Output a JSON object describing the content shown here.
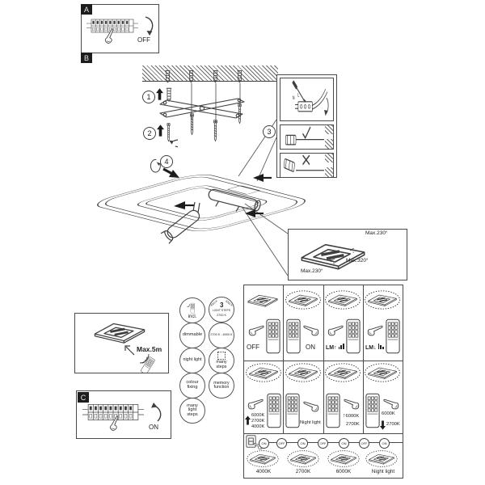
{
  "tags": {
    "a": "A",
    "b": "B",
    "c": "C"
  },
  "panel_a": {
    "state": "OFF"
  },
  "panel_c": {
    "state": "ON"
  },
  "steps": {
    "s1": "1",
    "s2": "2",
    "s3": "3",
    "s4": "4"
  },
  "wiring": {
    "neutral": "N",
    "live": "L"
  },
  "rotation_panel": {
    "max_top": "Max.230°",
    "max_mid": "Max.320°",
    "max_bottom": "Max.230°"
  },
  "range_panel": {
    "distance": "Max.5m"
  },
  "features": {
    "incl": "incl.",
    "three_steps": {
      "top_left": "4000 K",
      "top_right": "6000 K",
      "number": "3",
      "label": "LIGHT STEPS",
      "bottom": "2700 K"
    },
    "dimmable": "dimmable",
    "kelvin_range": "2700 K - 6000 K",
    "night_light": "night light",
    "many_steps": "many steps",
    "colour_fixing": "colour fixing",
    "memory_function": "memory function",
    "many_light_steps": "many light steps"
  },
  "icons": {
    "up": "↑",
    "down": "↓"
  },
  "grid": {
    "row1": [
      {
        "label": "OFF"
      },
      {
        "label": "ON"
      },
      {
        "label": "LM↑"
      },
      {
        "label": "LM↓"
      }
    ],
    "row2": [
      {
        "lines": [
          "6000K",
          "2700K",
          "4000K"
        ]
      },
      {
        "lines": [
          "Night light"
        ]
      },
      {
        "lines": [
          "6000K",
          "2700K"
        ]
      },
      {
        "lines": [
          "6000K",
          "2700K"
        ]
      }
    ],
    "sequence": {
      "nodes": [
        "ON",
        "OFF",
        "ON",
        "OFF",
        "ON",
        "OFF",
        "ON"
      ],
      "labels": [
        "4000K",
        "2700K",
        "6000K",
        "Night light"
      ]
    }
  }
}
